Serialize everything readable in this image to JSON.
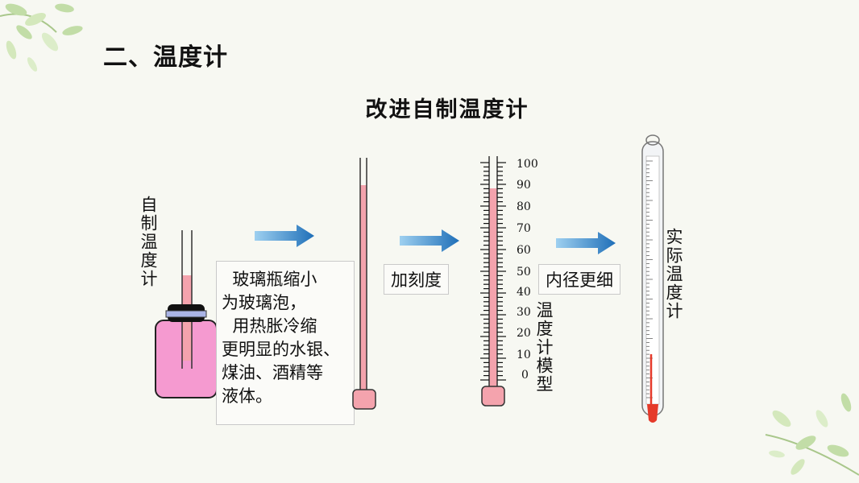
{
  "section_title": "二、温度计",
  "main_title": "改进自制温度计",
  "labels": {
    "homemade": "自制温度计",
    "model": "温度计模型",
    "real": "实际温度计"
  },
  "steps": {
    "note_lines": [
      "  玻璃瓶缩小",
      "为玻璃泡，",
      "  用热胀冷缩",
      "更明显的水银、",
      "煤油、酒精等",
      "液体。"
    ],
    "add_scale": "加刻度",
    "thinner": "内径更细"
  },
  "scale_numbers": [
    "100",
    "90",
    "80",
    "70",
    "60",
    "50",
    "40",
    "30",
    "20",
    "10",
    "0"
  ],
  "colors": {
    "liquid_pink": "#f4a3ad",
    "bottle_pink": "#f59ad0",
    "arrow_blue": "#1f6fb8",
    "mercury_red": "#e53a2a"
  }
}
